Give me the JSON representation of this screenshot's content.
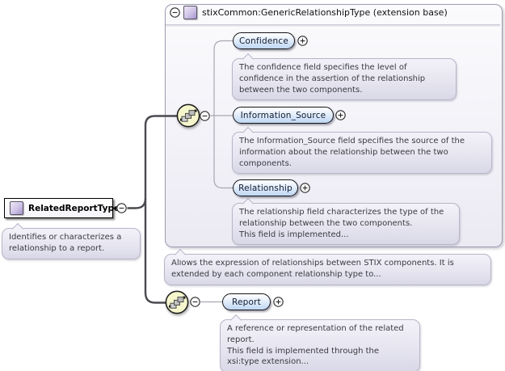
{
  "colors": {
    "element_fill": "#bed6f3",
    "compositor_fill": "#f6f6cd",
    "type_icon_fill": "#b2a4d4",
    "annotation_fill": "#e3e2ef"
  },
  "root": {
    "label": "RelatedReportType",
    "annotation": "Identifies or characterizes a relationship to a report."
  },
  "extension": {
    "title": "stixCommon:GenericRelationshipType (extension base)",
    "annotation": "Allows the expression of relationships between STIX components. It is extended by each component relationship type to...",
    "children": [
      {
        "label": "Confidence",
        "annotation": "The confidence field specifies the level of confidence in the assertion of the relationship between the two components."
      },
      {
        "label": "Information_Source",
        "annotation": "The Information_Source field specifies the source of the information about the relationship between the two components."
      },
      {
        "label": "Relationship",
        "annotation": "The relationship field characterizes the type of the relationship between the two components.\nThis field is implemented..."
      }
    ]
  },
  "report": {
    "label": "Report",
    "annotation": "A reference or representation of the related report.\nThis field is implemented through the xsi:type extension..."
  }
}
